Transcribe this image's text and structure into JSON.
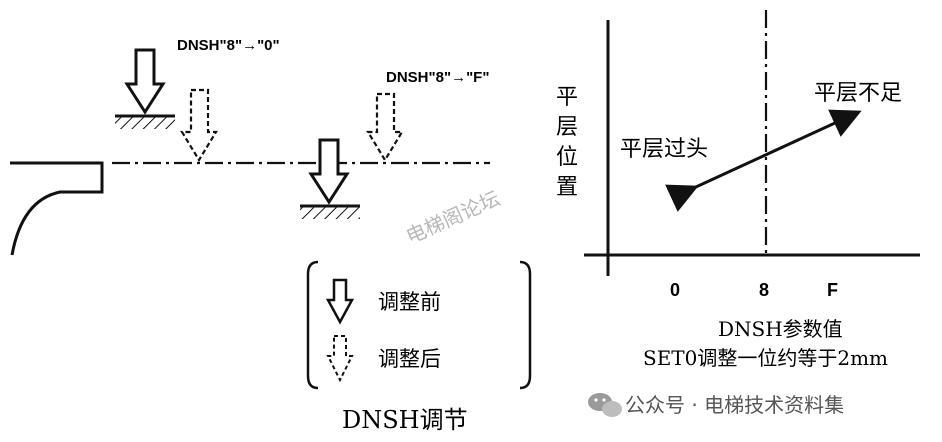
{
  "left": {
    "label_dnsh_to_0": "DNSH\"8\"→\"0\"",
    "label_dnsh_to_f": "DNSH\"8\"→\"F\"",
    "watermark": "电梯阁论坛",
    "legend": {
      "before": "调整前",
      "after": "调整后"
    },
    "caption": "DNSH调节"
  },
  "right": {
    "y_axis_label": [
      "平",
      "层",
      "位",
      "置"
    ],
    "under_level_label": "平层不足",
    "over_level_label": "平层过头",
    "x_ticks": [
      "0",
      "8",
      "F"
    ],
    "x_caption_line1": "DNSH参数值",
    "x_caption_line2": "SET0调整一位约等于2mm"
  },
  "footer": {
    "source": "公众号 · 电梯技术资料集"
  }
}
